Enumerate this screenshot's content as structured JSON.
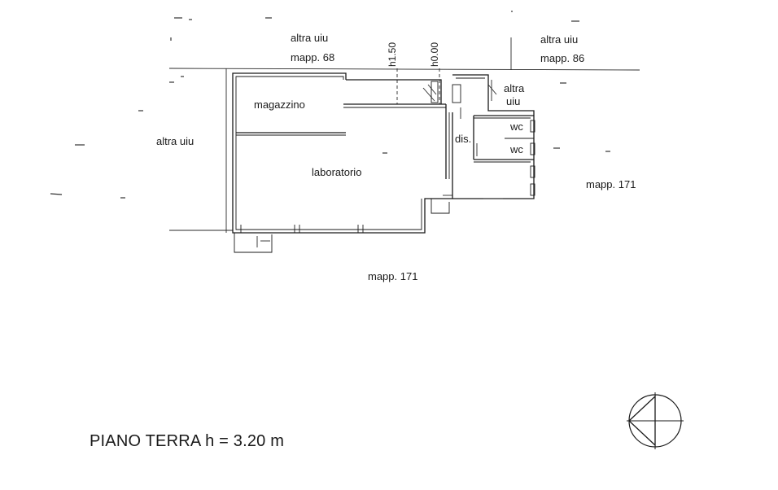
{
  "neighbors": {
    "top_left_title": "altra uiu",
    "top_left_mapp": "mapp. 68",
    "top_right_title": "altra uiu",
    "top_right_mapp": "mapp. 86",
    "left": "altra uiu",
    "right_mapp": "mapp. 171",
    "bottom_mapp": "mapp. 171"
  },
  "levels": {
    "h1": "h1.50",
    "h0": "h0.00"
  },
  "rooms": {
    "magazzino": "magazzino",
    "laboratorio": "laboratorio",
    "dis": "dis.",
    "wc1": "wc",
    "wc2": "wc",
    "altra_uiu_line1": "altra",
    "altra_uiu_line2": "uiu"
  },
  "floor_label": "PIANO TERRA h = 3.20 m",
  "north_arrow_icon": "north-arrow-icon"
}
